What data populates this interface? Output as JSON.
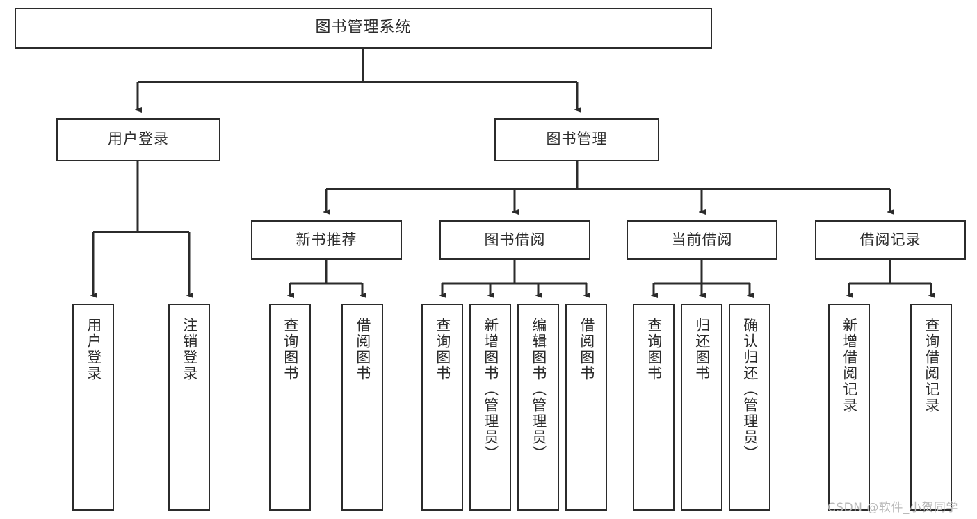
{
  "diagram": {
    "title_node": {
      "label": "图书管理系统"
    },
    "level2": [
      {
        "id": "user-login",
        "label": "用户登录"
      },
      {
        "id": "book-management",
        "label": "图书管理"
      }
    ],
    "level3": [
      {
        "id": "new-book-recommend",
        "label": "新书推荐"
      },
      {
        "id": "book-borrow",
        "label": "图书借阅"
      },
      {
        "id": "current-borrow",
        "label": "当前借阅"
      },
      {
        "id": "borrow-record",
        "label": "借阅记录"
      }
    ],
    "leaves": {
      "user_login": [
        {
          "id": "leaf-user-login",
          "label": "用户登录"
        },
        {
          "id": "leaf-logout-login",
          "label": "注销登录"
        }
      ],
      "new_book_recommend": [
        {
          "id": "leaf-query-book-1",
          "label": "查询图书"
        },
        {
          "id": "leaf-borrow-book-1",
          "label": "借阅图书"
        }
      ],
      "book_borrow": [
        {
          "id": "leaf-query-book-2",
          "label": "查询图书"
        },
        {
          "id": "leaf-add-book",
          "label": "新增图书（管理员）"
        },
        {
          "id": "leaf-edit-book",
          "label": "编辑图书（管理员）"
        },
        {
          "id": "leaf-borrow-book-2",
          "label": "借阅图书"
        }
      ],
      "current_borrow": [
        {
          "id": "leaf-query-book-3",
          "label": "查询图书"
        },
        {
          "id": "leaf-return-book",
          "label": "归还图书"
        },
        {
          "id": "leaf-confirm-return",
          "label": "确认归还（管理员）"
        }
      ],
      "borrow_record": [
        {
          "id": "leaf-add-record",
          "label": "新增借阅记录"
        },
        {
          "id": "leaf-query-record",
          "label": "查询借阅记录"
        }
      ]
    }
  },
  "watermark": {
    "text": "CSDN @软件_小贺同学"
  },
  "colors": {
    "stroke": "#2b2b2b",
    "fill": "#ffffff",
    "text": "#2b2b2b",
    "watermark": "#b9b9b9"
  }
}
